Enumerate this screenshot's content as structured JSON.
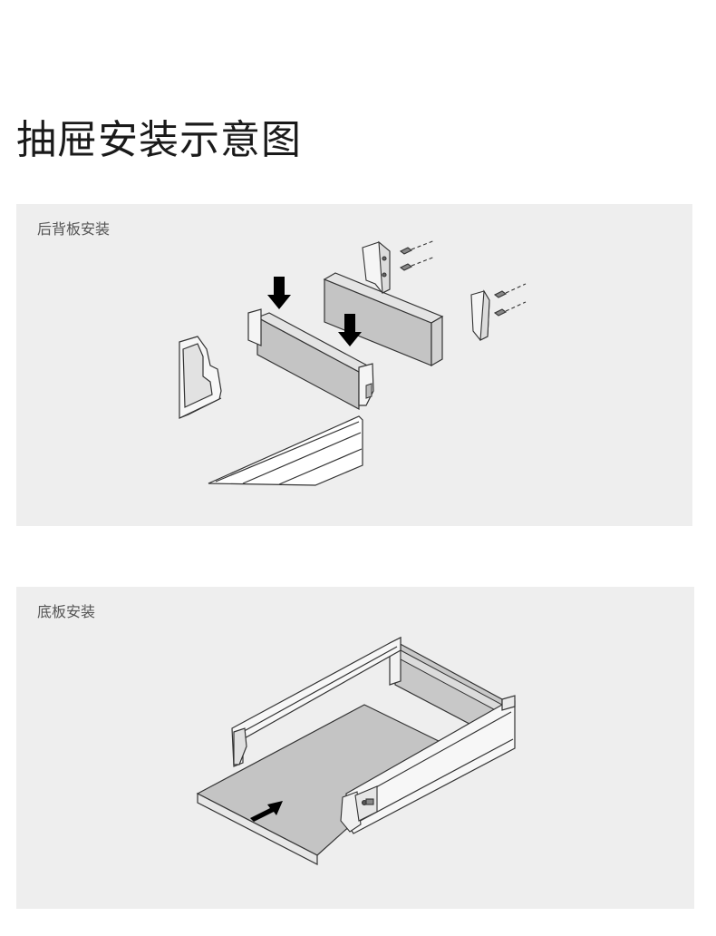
{
  "title": "抽屉安装示意图",
  "sections": [
    {
      "label": "后背板安装"
    },
    {
      "label": "底板安装"
    }
  ],
  "colors": {
    "panel_bg": "#eeeeee",
    "board_fill": "#c4c4c4",
    "line": "#333333",
    "arrow": "#000000"
  }
}
